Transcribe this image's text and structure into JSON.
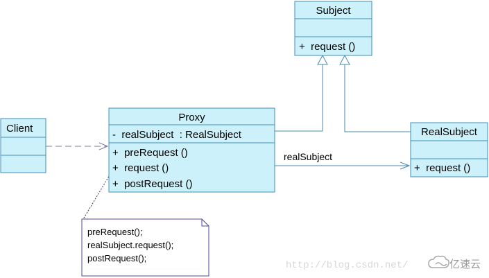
{
  "colors": {
    "class_fill": "#ccf1fb",
    "class_stroke": "#3f8fb7",
    "line": "#4a88b0",
    "dependency": "#7a7aa0",
    "note_stroke": "#4a4a9a",
    "watermark": "#d7d7d7"
  },
  "classes": {
    "subject": {
      "name": "Subject",
      "methods": [
        "+  request ()"
      ]
    },
    "client": {
      "name": "Client"
    },
    "proxy": {
      "name": "Proxy",
      "attributes": [
        "-  realSubject  : RealSubject"
      ],
      "methods": [
        "+  preRequest ()",
        "+  request ()",
        "+  postRequest ()"
      ]
    },
    "real_subject": {
      "name": "RealSubject",
      "methods": [
        "+  request ()"
      ]
    }
  },
  "association": {
    "label": "realSubject"
  },
  "note": {
    "lines": [
      "preRequest();",
      "realSubject.request();",
      "postRequest();"
    ]
  },
  "watermark": {
    "text": "http://blog.csdn.net/",
    "brand": "亿速云",
    "brand_icon": "cloud-logo-icon"
  }
}
